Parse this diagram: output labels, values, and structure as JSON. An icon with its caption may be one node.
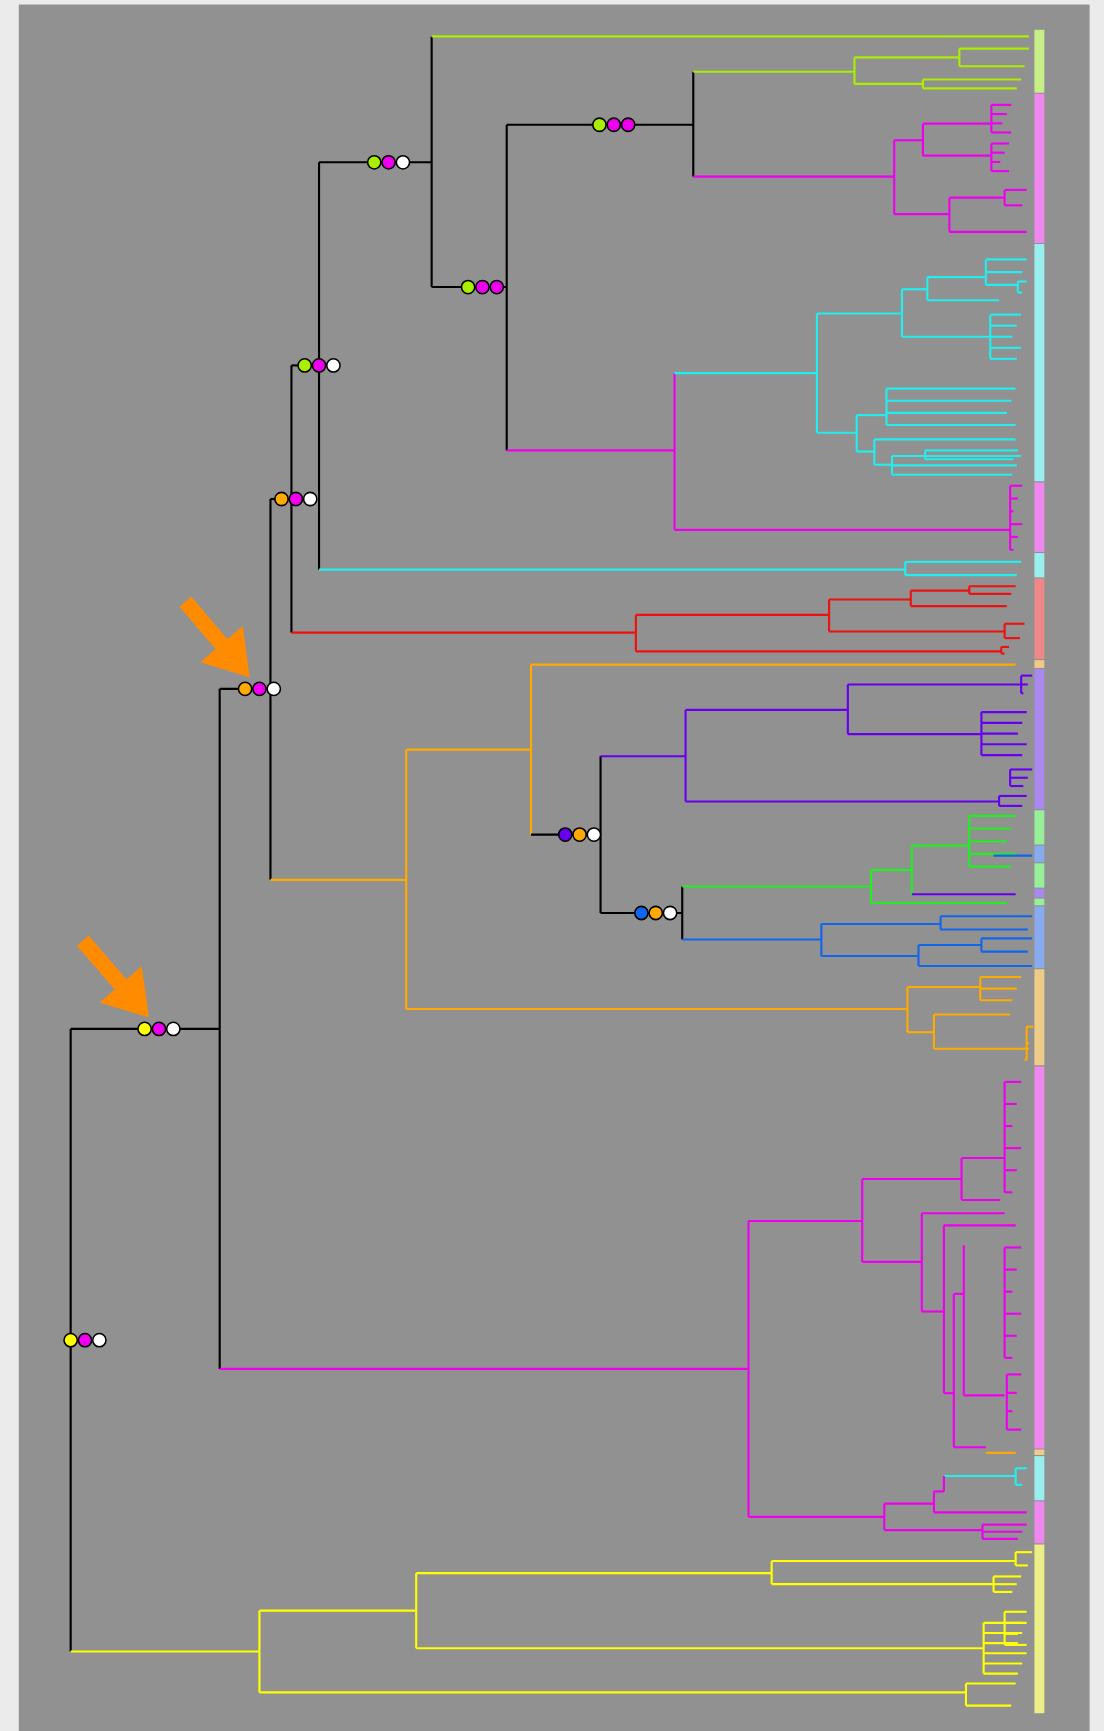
{
  "diagram": {
    "nodes": [
      {
        "text": [],
        "shape": "circle"
      },
      {
        "text": [],
        "shape": "circle"
      },
      {
        "text": [],
        "shape": "circle"
      },
      {
        "text": [],
        "shape": "circle"
      },
      {
        "text": [],
        "shape": "circle"
      },
      {
        "text": [],
        "shape": "circle"
      },
      {
        "text": [],
        "shape": "circle"
      },
      {
        "text": [],
        "shape": "circle"
      },
      {
        "text": [],
        "shape": "circle"
      },
      {
        "text": [],
        "shape": "circle"
      }
    ],
    "edges": [
      {
        "from": null,
        "to": 5,
        "arrow": "to"
      },
      {
        "from": null,
        "to": 8,
        "arrow": "to"
      }
    ]
  }
}
